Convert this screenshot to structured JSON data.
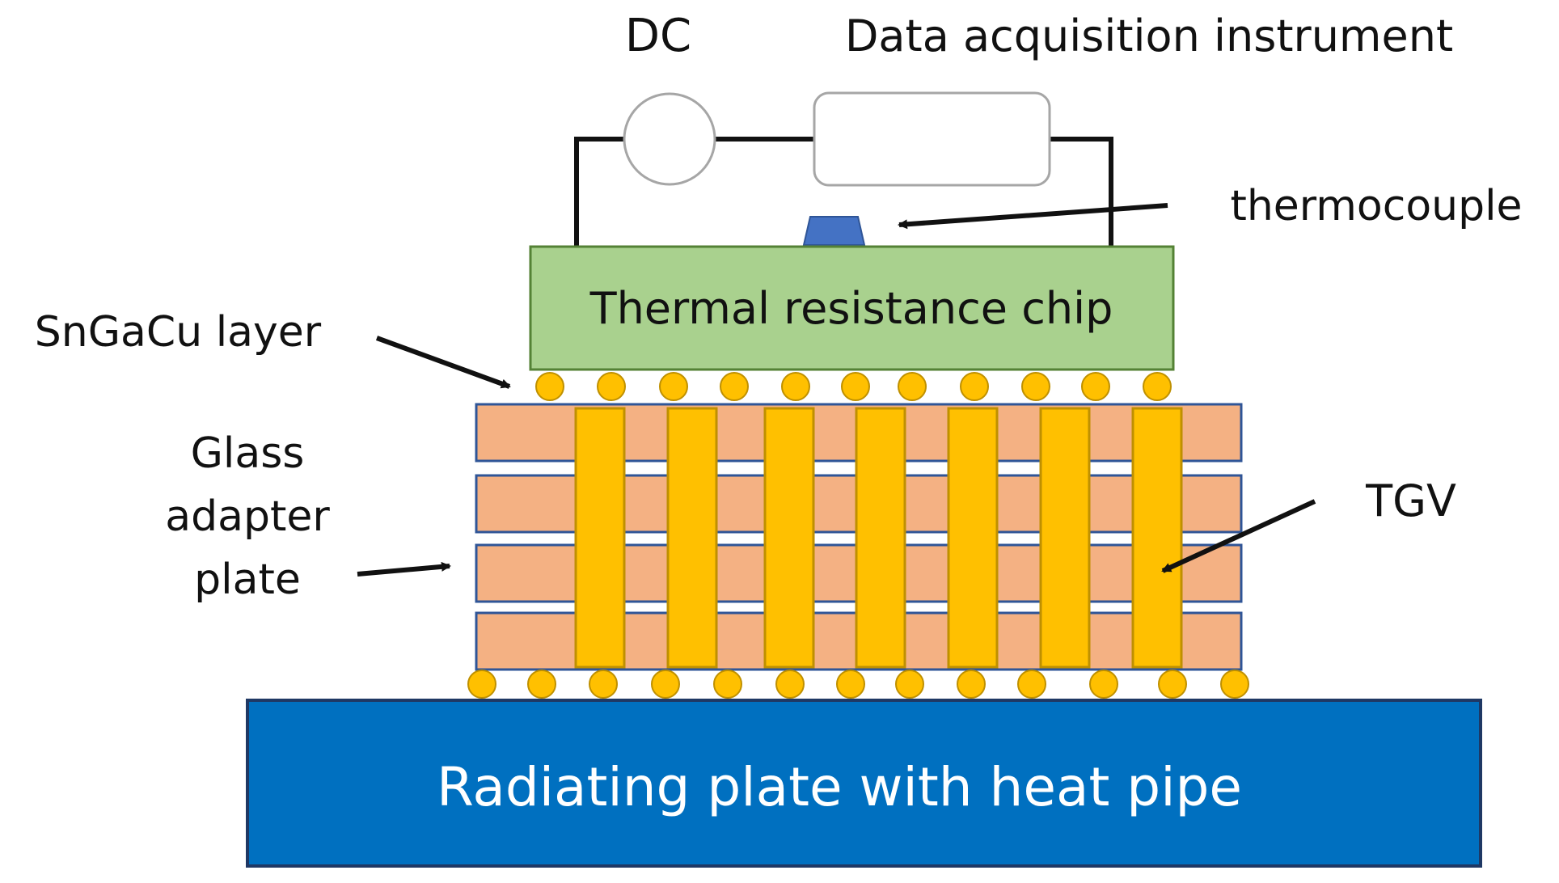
{
  "labels": {
    "dc": "DC",
    "daq": "Data acquisition instrument",
    "thermocouple": "thermocouple",
    "chip": "Thermal resistance chip",
    "sngacu": "SnGaCu layer",
    "glass_line1": "Glass",
    "glass_line2": "adapter",
    "glass_line3": "plate",
    "tgv": "TGV",
    "radiator": "Radiating plate with heat pipe"
  },
  "colors": {
    "chip_fill": "#a9d18e",
    "chip_stroke": "#548235",
    "glass_fill": "#f4b183",
    "glass_stroke": "#2f5597",
    "tgv_fill": "#ffc000",
    "tgv_stroke": "#bf9000",
    "bump_fill": "#ffc000",
    "bump_stroke": "#bf9000",
    "radiator_fill": "#0070c0",
    "radiator_stroke": "#1f3864",
    "thermocouple_fill": "#4472c4",
    "wire": "#111111",
    "instrument_stroke": "#a6a6a6"
  },
  "counts": {
    "glass_layers": 4,
    "tgv_columns": 7,
    "top_bumps": 11,
    "bottom_bumps": 13
  }
}
